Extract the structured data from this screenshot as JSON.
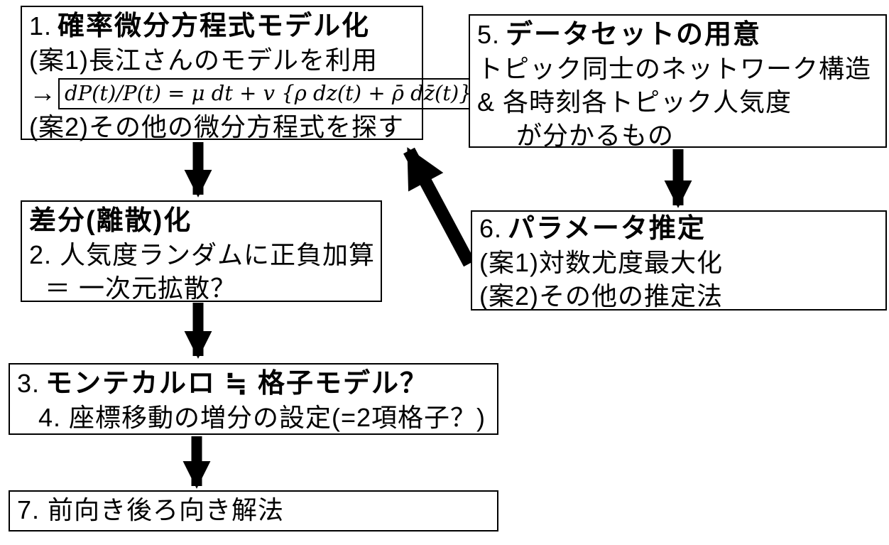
{
  "page": {
    "background": "#ffffff",
    "border_color": "#000000",
    "text_color": "#000000",
    "arrow_color": "#000000"
  },
  "boxes": {
    "box1": {
      "number": "1.",
      "title": "確率微分方程式モデル化",
      "plan1": "(案1)長江さんのモデルを利用",
      "arrow_glyph": "→",
      "formula": "dP(t)/P(t) = μ dt + v {ρ dz(t) + ρ̄ dz̄(t)}",
      "plan2": "(案2)その他の微分方程式を探す"
    },
    "box2": {
      "title": "差分(離散)化",
      "line1": "2. 人気度ランダムに正負加算",
      "line2": "＝ 一次元拡散？"
    },
    "box3": {
      "number": "3.",
      "title": "モンテカルロ ≒ 格子モデル？",
      "line1": "4. 座標移動の増分の設定(=2項格子？)"
    },
    "box5": {
      "number": "5.",
      "title": "データセットの用意",
      "line1": "トピック同士のネットワーク構造",
      "line2": "& 各時刻各トピック人気度",
      "line3": "が分かるもの"
    },
    "box6": {
      "number": "6.",
      "title": "パラメータ推定",
      "line1": "(案1)対数尤度最大化",
      "line2": "(案2)その他の推定法"
    },
    "box7": {
      "line1": "7. 前向き後ろ向き解法"
    }
  },
  "arrows": [
    {
      "from": "box1",
      "to": "box2"
    },
    {
      "from": "box2",
      "to": "box3"
    },
    {
      "from": "box3",
      "to": "box7"
    },
    {
      "from": "box5",
      "to": "box6"
    },
    {
      "from": "box6",
      "to": "box1"
    }
  ]
}
